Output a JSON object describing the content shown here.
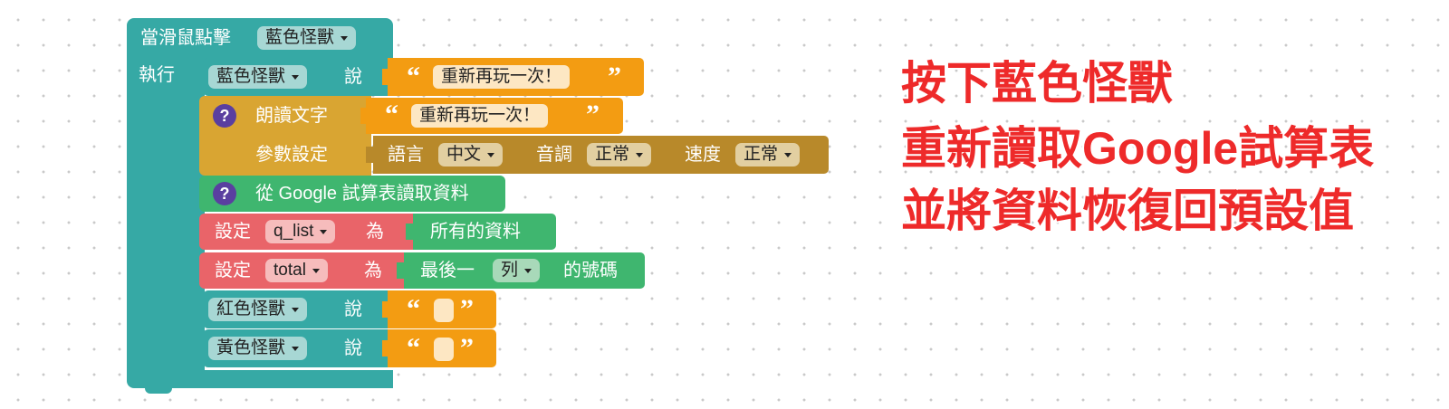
{
  "event_block": {
    "header": "當滑鼠點擊",
    "target": "藍色怪獸",
    "do_label": "執行"
  },
  "say_blue": {
    "target": "藍色怪獸",
    "verb": "說",
    "text": "重新再玩一次！"
  },
  "speak": {
    "label": "朗讀文字",
    "text": "重新再玩一次！",
    "settings_label": "參數設定",
    "lang_label": "語言",
    "lang": "中文",
    "pitch_label": "音調",
    "pitch": "正常",
    "speed_label": "速度",
    "speed": "正常",
    "help": "?"
  },
  "sheet_read": {
    "label": "從 Google 試算表讀取資料",
    "help": "?"
  },
  "set_qlist": {
    "set": "設定",
    "var": "q_list",
    "as": "為",
    "value": "所有的資料"
  },
  "set_total": {
    "set": "設定",
    "var": "total",
    "as": "為",
    "value_prefix": "最後一",
    "value_dd": "列",
    "value_suffix": "的號碼"
  },
  "say_red": {
    "target": "紅色怪獸",
    "verb": "說"
  },
  "say_yellow": {
    "target": "黃色怪獸",
    "verb": "說"
  },
  "quotes": {
    "open": "“",
    "close": "”"
  },
  "annotation": [
    "按下藍色怪獸",
    "重新讀取Google試算表",
    "並將資料恢復回預設值"
  ],
  "colors": {
    "event": "#36a9a5",
    "text": "#f39c12",
    "speak": "#d9a532",
    "speak_param": "#b8892a",
    "sheet": "#3fb66f",
    "variable": "#e96469",
    "note": "#ee2a2a"
  }
}
